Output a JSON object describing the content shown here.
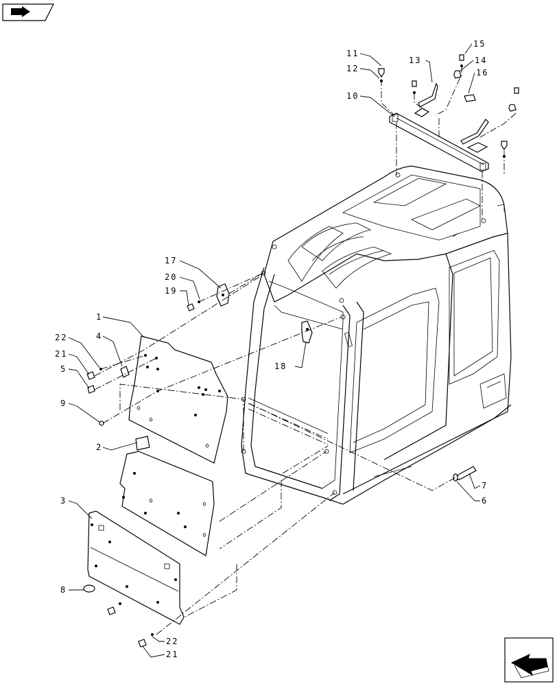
{
  "diagram": {
    "callouts": [
      {
        "id": "c1",
        "text": "1"
      },
      {
        "id": "c2",
        "text": "2"
      },
      {
        "id": "c3",
        "text": "3"
      },
      {
        "id": "c4",
        "text": "4"
      },
      {
        "id": "c5",
        "text": "5"
      },
      {
        "id": "c6",
        "text": "6"
      },
      {
        "id": "c7",
        "text": "7"
      },
      {
        "id": "c8",
        "text": "8"
      },
      {
        "id": "c9",
        "text": "9"
      },
      {
        "id": "c10",
        "text": "10"
      },
      {
        "id": "c11",
        "text": "11"
      },
      {
        "id": "c12",
        "text": "12"
      },
      {
        "id": "c13",
        "text": "13"
      },
      {
        "id": "c14",
        "text": "14"
      },
      {
        "id": "c15",
        "text": "15"
      },
      {
        "id": "c16",
        "text": "16"
      },
      {
        "id": "c17",
        "text": "17"
      },
      {
        "id": "c18",
        "text": "18"
      },
      {
        "id": "c19",
        "text": "19"
      },
      {
        "id": "c20",
        "text": "20"
      },
      {
        "id": "c21a",
        "text": "21"
      },
      {
        "id": "c22a",
        "text": "22"
      },
      {
        "id": "c21b",
        "text": "21"
      },
      {
        "id": "c22b",
        "text": "22"
      }
    ]
  },
  "icons": {
    "top_left": "book-arrow-icon",
    "bottom_right": "next-page-arrow-icon"
  }
}
